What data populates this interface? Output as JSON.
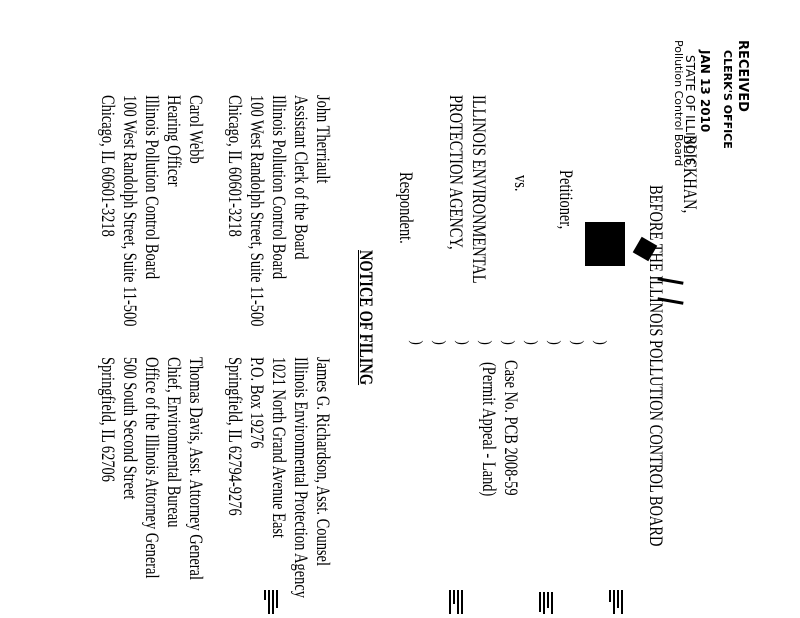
{
  "stamp": {
    "received": "RECEIVED",
    "office": "CLERK'S OFFICE",
    "date": "JAN 13 2010",
    "state": "STATE OF ILLINOIS",
    "board": "Pollution Control Board"
  },
  "heading": "BEFORE THE ILLINOIS POLLUTION CONTROL BOARD",
  "caption": {
    "petitioner_name": "BLICKHAN,",
    "petitioner_role": "Petitioner,",
    "versus": "vs.",
    "respondent_name": [
      "ILLINOIS ENVIRONMENTAL",
      "PROTECTION AGENCY,"
    ],
    "respondent_role": "Respondent.",
    "case_no": "Case No. PCB 2008-59",
    "case_type": "(Permit Appeal - Land)"
  },
  "title": "NOTICE OF FILING",
  "service_list": {
    "left": [
      [
        "John Therriault",
        "Assistant Clerk of the Board",
        "Illinois Pollution Control Board",
        "100 West Randolph Street, Suite 11-500",
        "Chicago, IL  60601-3218"
      ],
      [
        "Carol Webb",
        "Hearing Officer",
        "Illinois Pollution Control Board",
        "100 West Randolph Street, Suite 11-500",
        "Chicago, IL  60601-3218"
      ]
    ],
    "right": [
      [
        "James G. Richardson, Asst. Counsel",
        "Illinois Environmental Protection Agency",
        "1021 North Grand Avenue East",
        "P.O. Box 19276",
        "Springfield, IL  62794-9276"
      ],
      [
        "Thomas Davis, Asst. Attorney General",
        "Chief, Environmental Bureau",
        "Office of the Illinois Attorney General",
        "500 South Second Street",
        "Springfield, IL  62706"
      ]
    ]
  }
}
